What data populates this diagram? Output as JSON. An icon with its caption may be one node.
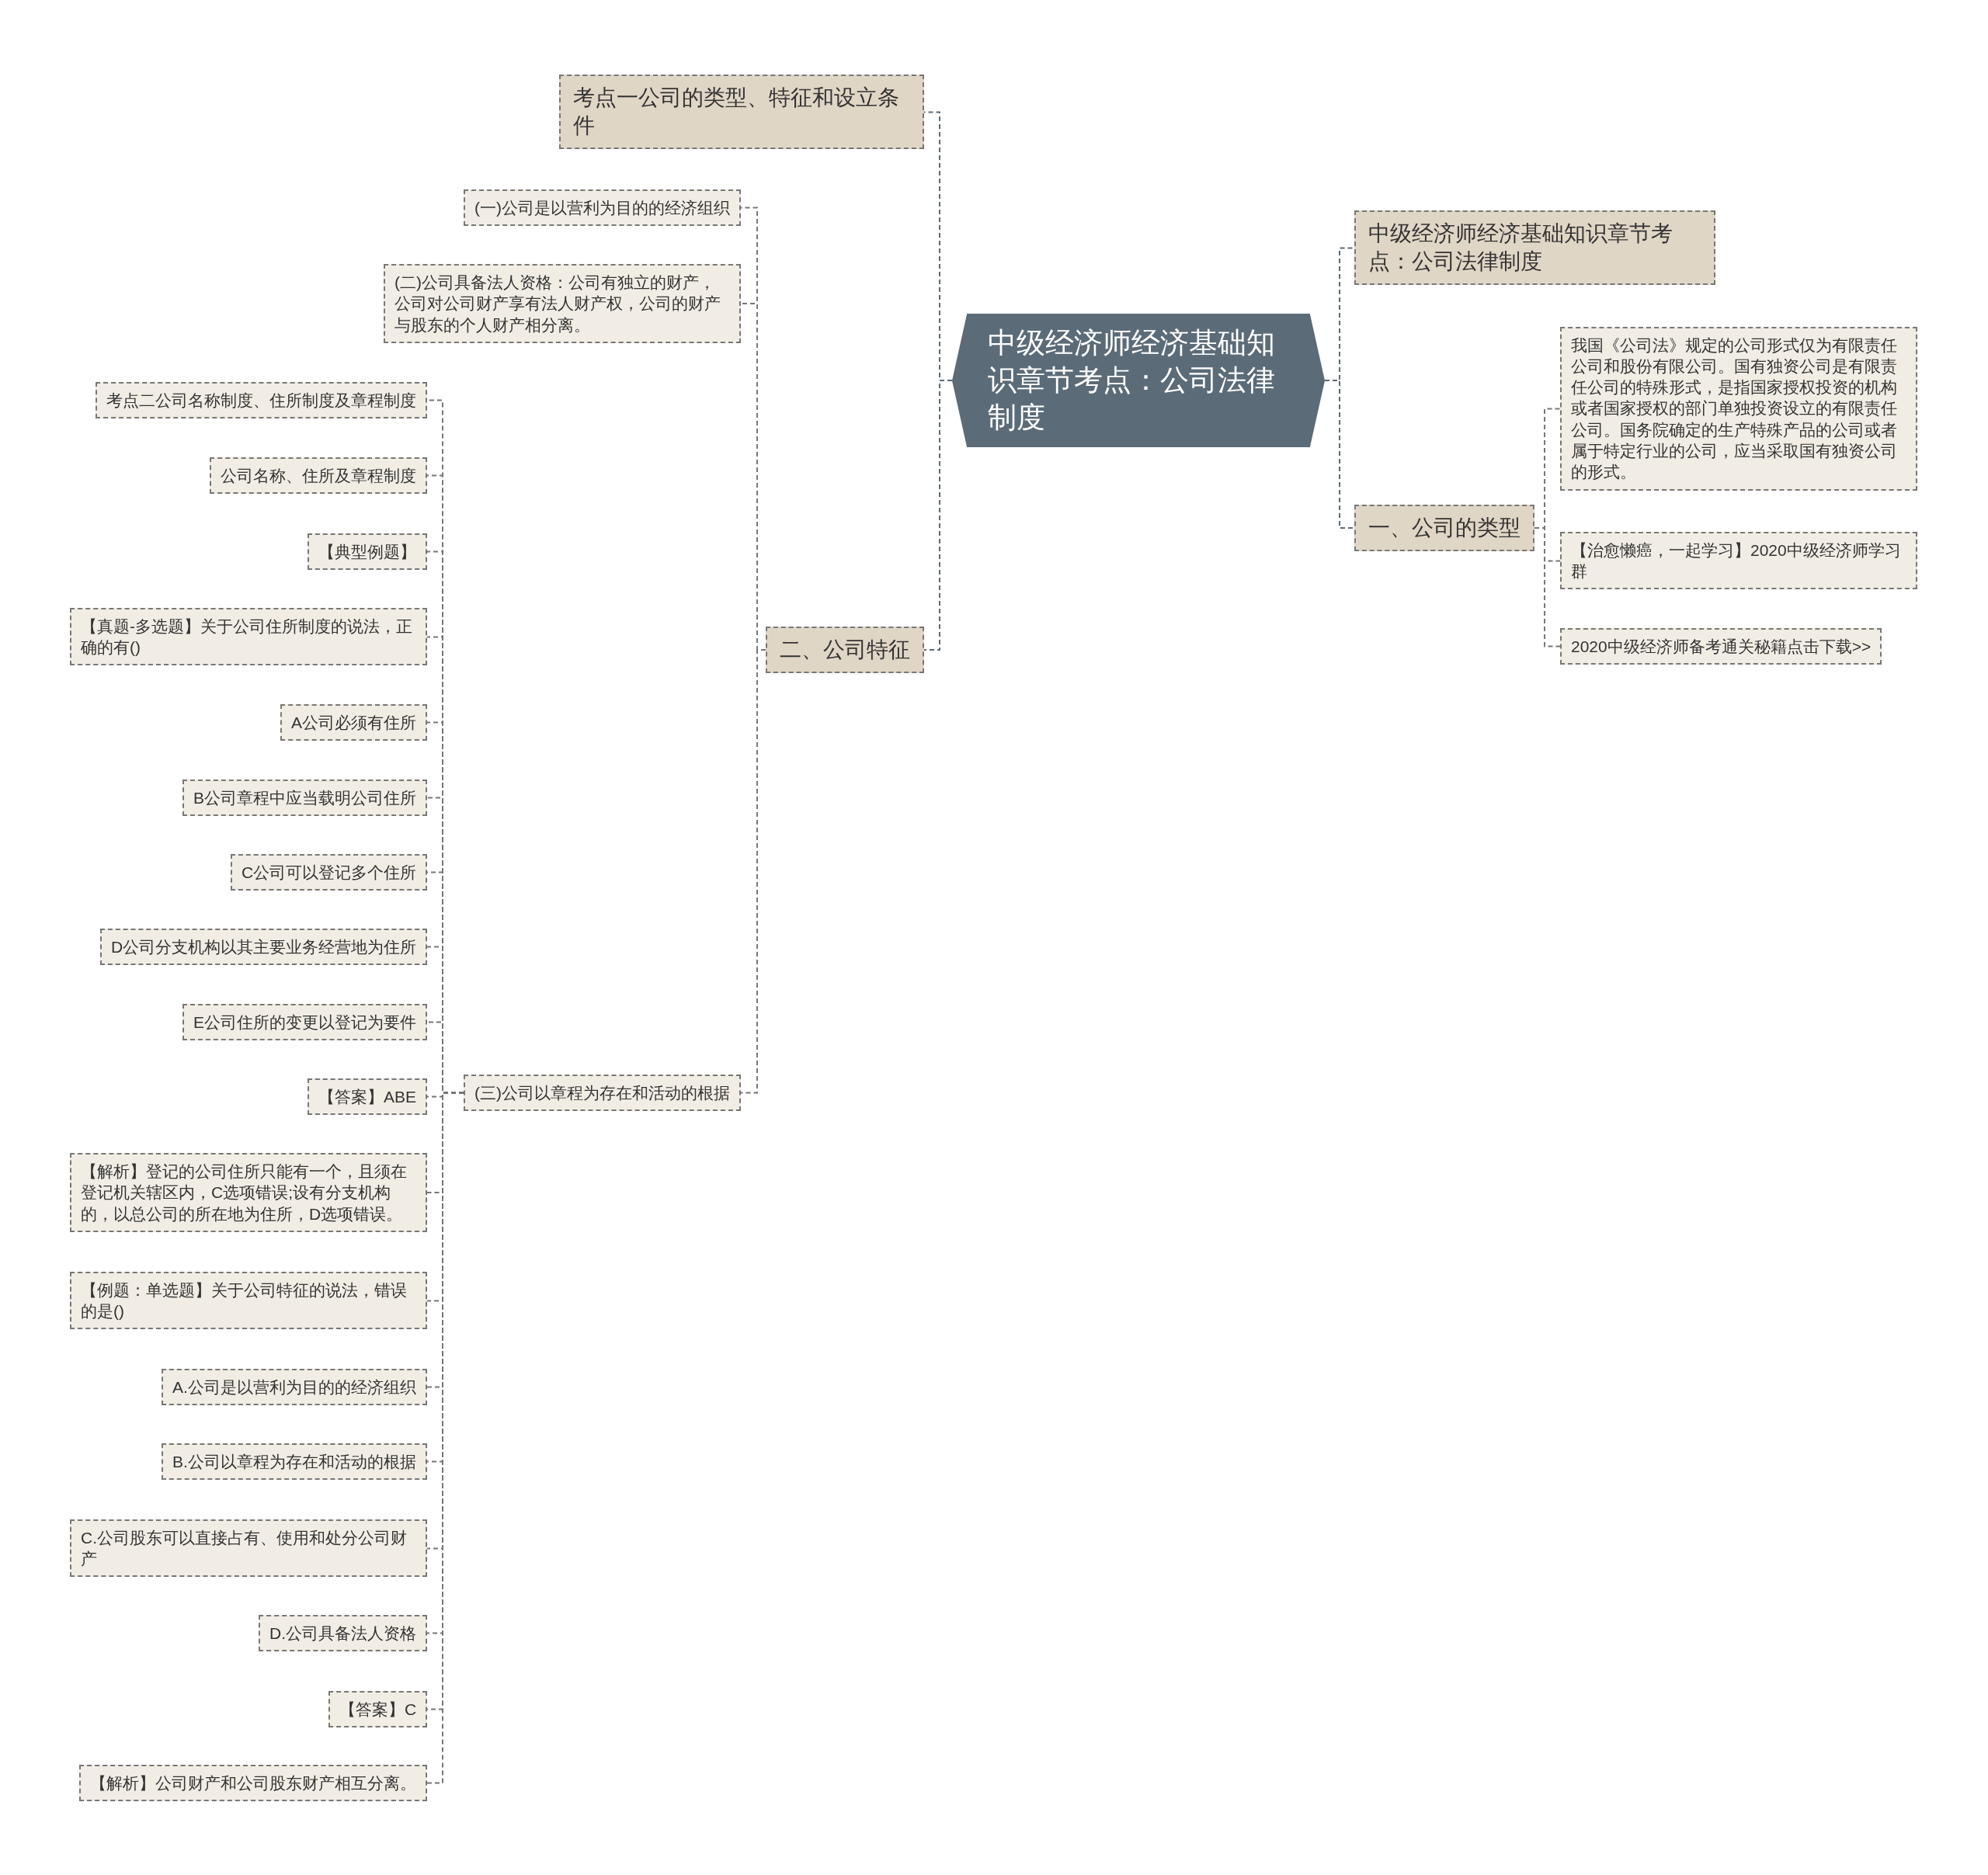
{
  "diagram": {
    "nodes": [
      {
        "text": [
          "中级经济师经济基础知识章节考点：公司法律制度"
        ]
      },
      {
        "text": [
          "考点一公司的类型、特征和设立条件"
        ]
      },
      {
        "text": [
          "二、公司特征"
        ]
      },
      {
        "text": [
          "(一)公司是以营利为目的的经济组织"
        ]
      },
      {
        "text": [
          "(二)公司具备法人资格：公司有独立的财产，公司对公司财产享有法人财产权，公司的财产与股东的个人财产相分离。"
        ]
      },
      {
        "text": [
          "(三)公司以章程为存在和活动的根据"
        ]
      },
      {
        "text": [
          "考点二公司名称制度、住所制度及章程制度"
        ]
      },
      {
        "text": [
          "公司名称、住所及章程制度"
        ]
      },
      {
        "text": [
          "【典型例题】"
        ]
      },
      {
        "text": [
          "【真题-多选题】关于公司住所制度的说法，正确的有()"
        ]
      },
      {
        "text": [
          "A公司必须有住所"
        ]
      },
      {
        "text": [
          "B公司章程中应当载明公司住所"
        ]
      },
      {
        "text": [
          "C公司可以登记多个住所"
        ]
      },
      {
        "text": [
          "D公司分支机构以其主要业务经营地为住所"
        ]
      },
      {
        "text": [
          "E公司住所的变更以登记为要件"
        ]
      },
      {
        "text": [
          "【答案】ABE"
        ]
      },
      {
        "text": [
          "【解析】登记的公司住所只能有一个，且须在登记机关辖区内，C选项错误;设有分支机构的，以总公司的所在地为住所，D选项错误。"
        ]
      },
      {
        "text": [
          "【例题：单选题】关于公司特征的说法，错误的是()"
        ]
      },
      {
        "text": [
          "A.公司是以营利为目的的经济组织"
        ]
      },
      {
        "text": [
          "B.公司以章程为存在和活动的根据"
        ]
      },
      {
        "text": [
          "C.公司股东可以直接占有、使用和处分公司财产"
        ]
      },
      {
        "text": [
          "D.公司具备法人资格"
        ]
      },
      {
        "text": [
          "【答案】C"
        ]
      },
      {
        "text": [
          "【解析】公司财产和公司股东财产相互分离。"
        ]
      },
      {
        "text": [
          "中级经济师经济基础知识章节考点：公司法律制度"
        ]
      },
      {
        "text": [
          "一、公司的类型"
        ]
      },
      {
        "text": [
          "我国《公司法》规定的公司形式仅为有限责任公司和股份有限公司。国有独资公司是有限责任公司的特殊形式，是指国家授权投资的机构或者国家授权的部门单独投资设立的有限责任公司。国务院确定的生产特殊产品的公司或者属于特定行业的公司，应当采取国有独资公司的形式。"
        ]
      },
      {
        "text": [
          "【治愈懒癌，一起学习】2020中级经济师学习群"
        ]
      },
      {
        "text": [
          "2020中级经济师备考通关秘籍点击下载>>"
        ]
      }
    ],
    "edges": [
      {
        "from": 0,
        "to": 1,
        "arrow": "none",
        "style": "dashed",
        "color": "#5b6b77"
      },
      {
        "from": 0,
        "to": 2,
        "arrow": "none",
        "style": "dashed",
        "color": "#5b6b77"
      },
      {
        "from": 2,
        "to": 3,
        "arrow": "none",
        "style": "dashed"
      },
      {
        "from": 2,
        "to": 4,
        "arrow": "none",
        "style": "dashed"
      },
      {
        "from": 2,
        "to": 5,
        "arrow": "none",
        "style": "dashed"
      },
      {
        "from": 5,
        "to": 6,
        "arrow": "none",
        "style": "dashed"
      },
      {
        "from": 5,
        "to": 7,
        "arrow": "none",
        "style": "dashed"
      },
      {
        "from": 5,
        "to": 8,
        "arrow": "none",
        "style": "dashed"
      },
      {
        "from": 5,
        "to": 9,
        "arrow": "none",
        "style": "dashed"
      },
      {
        "from": 5,
        "to": 10,
        "arrow": "none",
        "style": "dashed"
      },
      {
        "from": 5,
        "to": 11,
        "arrow": "none",
        "style": "dashed"
      },
      {
        "from": 5,
        "to": 12,
        "arrow": "none",
        "style": "dashed"
      },
      {
        "from": 5,
        "to": 13,
        "arrow": "none",
        "style": "dashed"
      },
      {
        "from": 5,
        "to": 14,
        "arrow": "none",
        "style": "dashed"
      },
      {
        "from": 5,
        "to": 15,
        "arrow": "none",
        "style": "dashed"
      },
      {
        "from": 5,
        "to": 16,
        "arrow": "none",
        "style": "dashed"
      },
      {
        "from": 5,
        "to": 17,
        "arrow": "none",
        "style": "dashed"
      },
      {
        "from": 5,
        "to": 18,
        "arrow": "none",
        "style": "dashed"
      },
      {
        "from": 5,
        "to": 19,
        "arrow": "none",
        "style": "dashed"
      },
      {
        "from": 5,
        "to": 20,
        "arrow": "none",
        "style": "dashed"
      },
      {
        "from": 5,
        "to": 21,
        "arrow": "none",
        "style": "dashed"
      },
      {
        "from": 5,
        "to": 22,
        "arrow": "none",
        "style": "dashed"
      },
      {
        "from": 5,
        "to": 23,
        "arrow": "none",
        "style": "dashed"
      },
      {
        "from": 0,
        "to": 24,
        "arrow": "none",
        "style": "dashed",
        "color": "#5b6b77"
      },
      {
        "from": 0,
        "to": 25,
        "arrow": "none",
        "style": "dashed",
        "color": "#5b6b77"
      },
      {
        "from": 25,
        "to": 26,
        "arrow": "none",
        "style": "dashed"
      },
      {
        "from": 25,
        "to": 27,
        "arrow": "none",
        "style": "dashed"
      },
      {
        "from": 25,
        "to": 28,
        "arrow": "none",
        "style": "dashed"
      }
    ]
  }
}
